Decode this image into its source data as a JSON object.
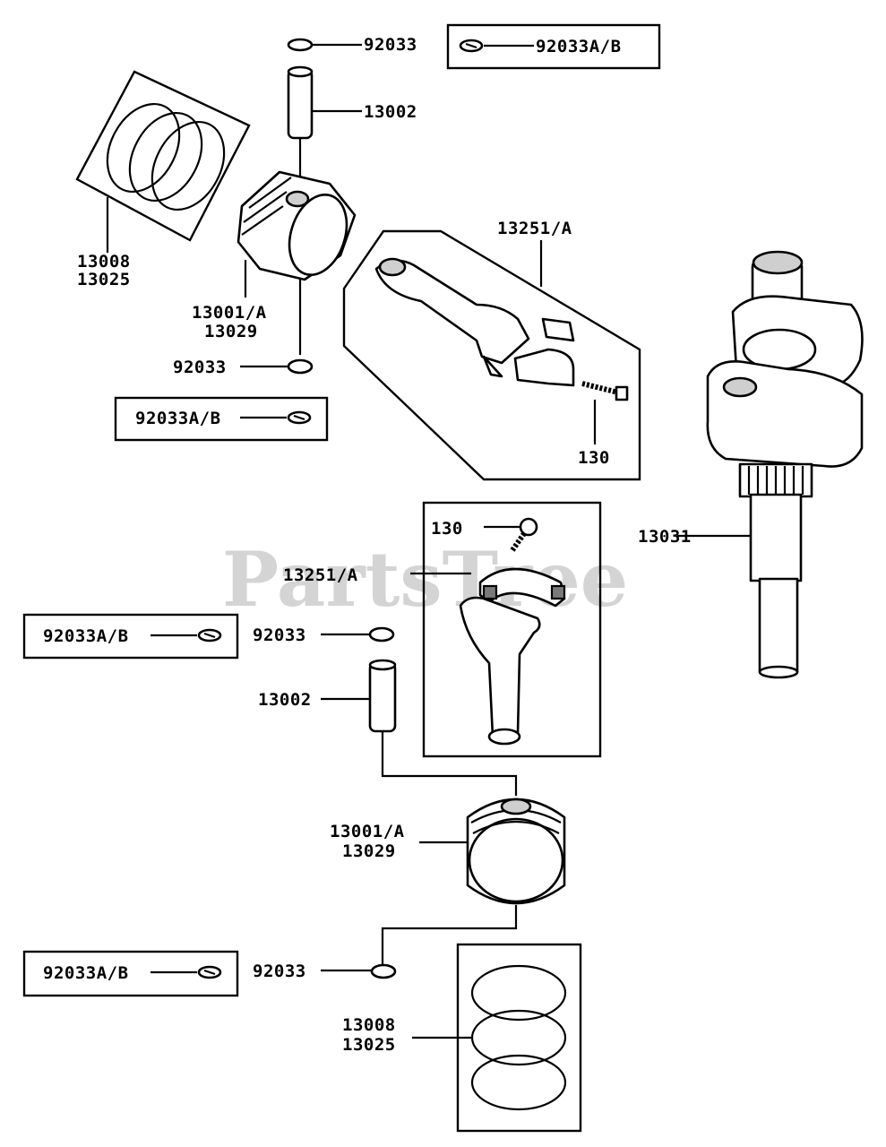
{
  "watermark": "PartsTree",
  "labels": {
    "top_clip": "92033",
    "top_clip_box": "92033A/B",
    "top_pin": "13002",
    "top_rings_1": "13008",
    "top_rings_2": "13025",
    "top_piston_1": "13001/A",
    "top_piston_2": "13029",
    "top_clip_lower": "92033",
    "top_clip_lower_box": "92033A/B",
    "top_rod": "13251/A",
    "top_bolt": "130",
    "crankshaft": "13031",
    "mid_bolt": "130",
    "mid_rod": "13251/A",
    "mid_clip_box": "92033A/B",
    "mid_clip": "92033",
    "mid_pin": "13002",
    "bot_piston_1": "13001/A",
    "bot_piston_2": "13029",
    "bot_clip_box": "92033A/B",
    "bot_clip": "92033",
    "bot_rings_1": "13008",
    "bot_rings_2": "13025"
  }
}
